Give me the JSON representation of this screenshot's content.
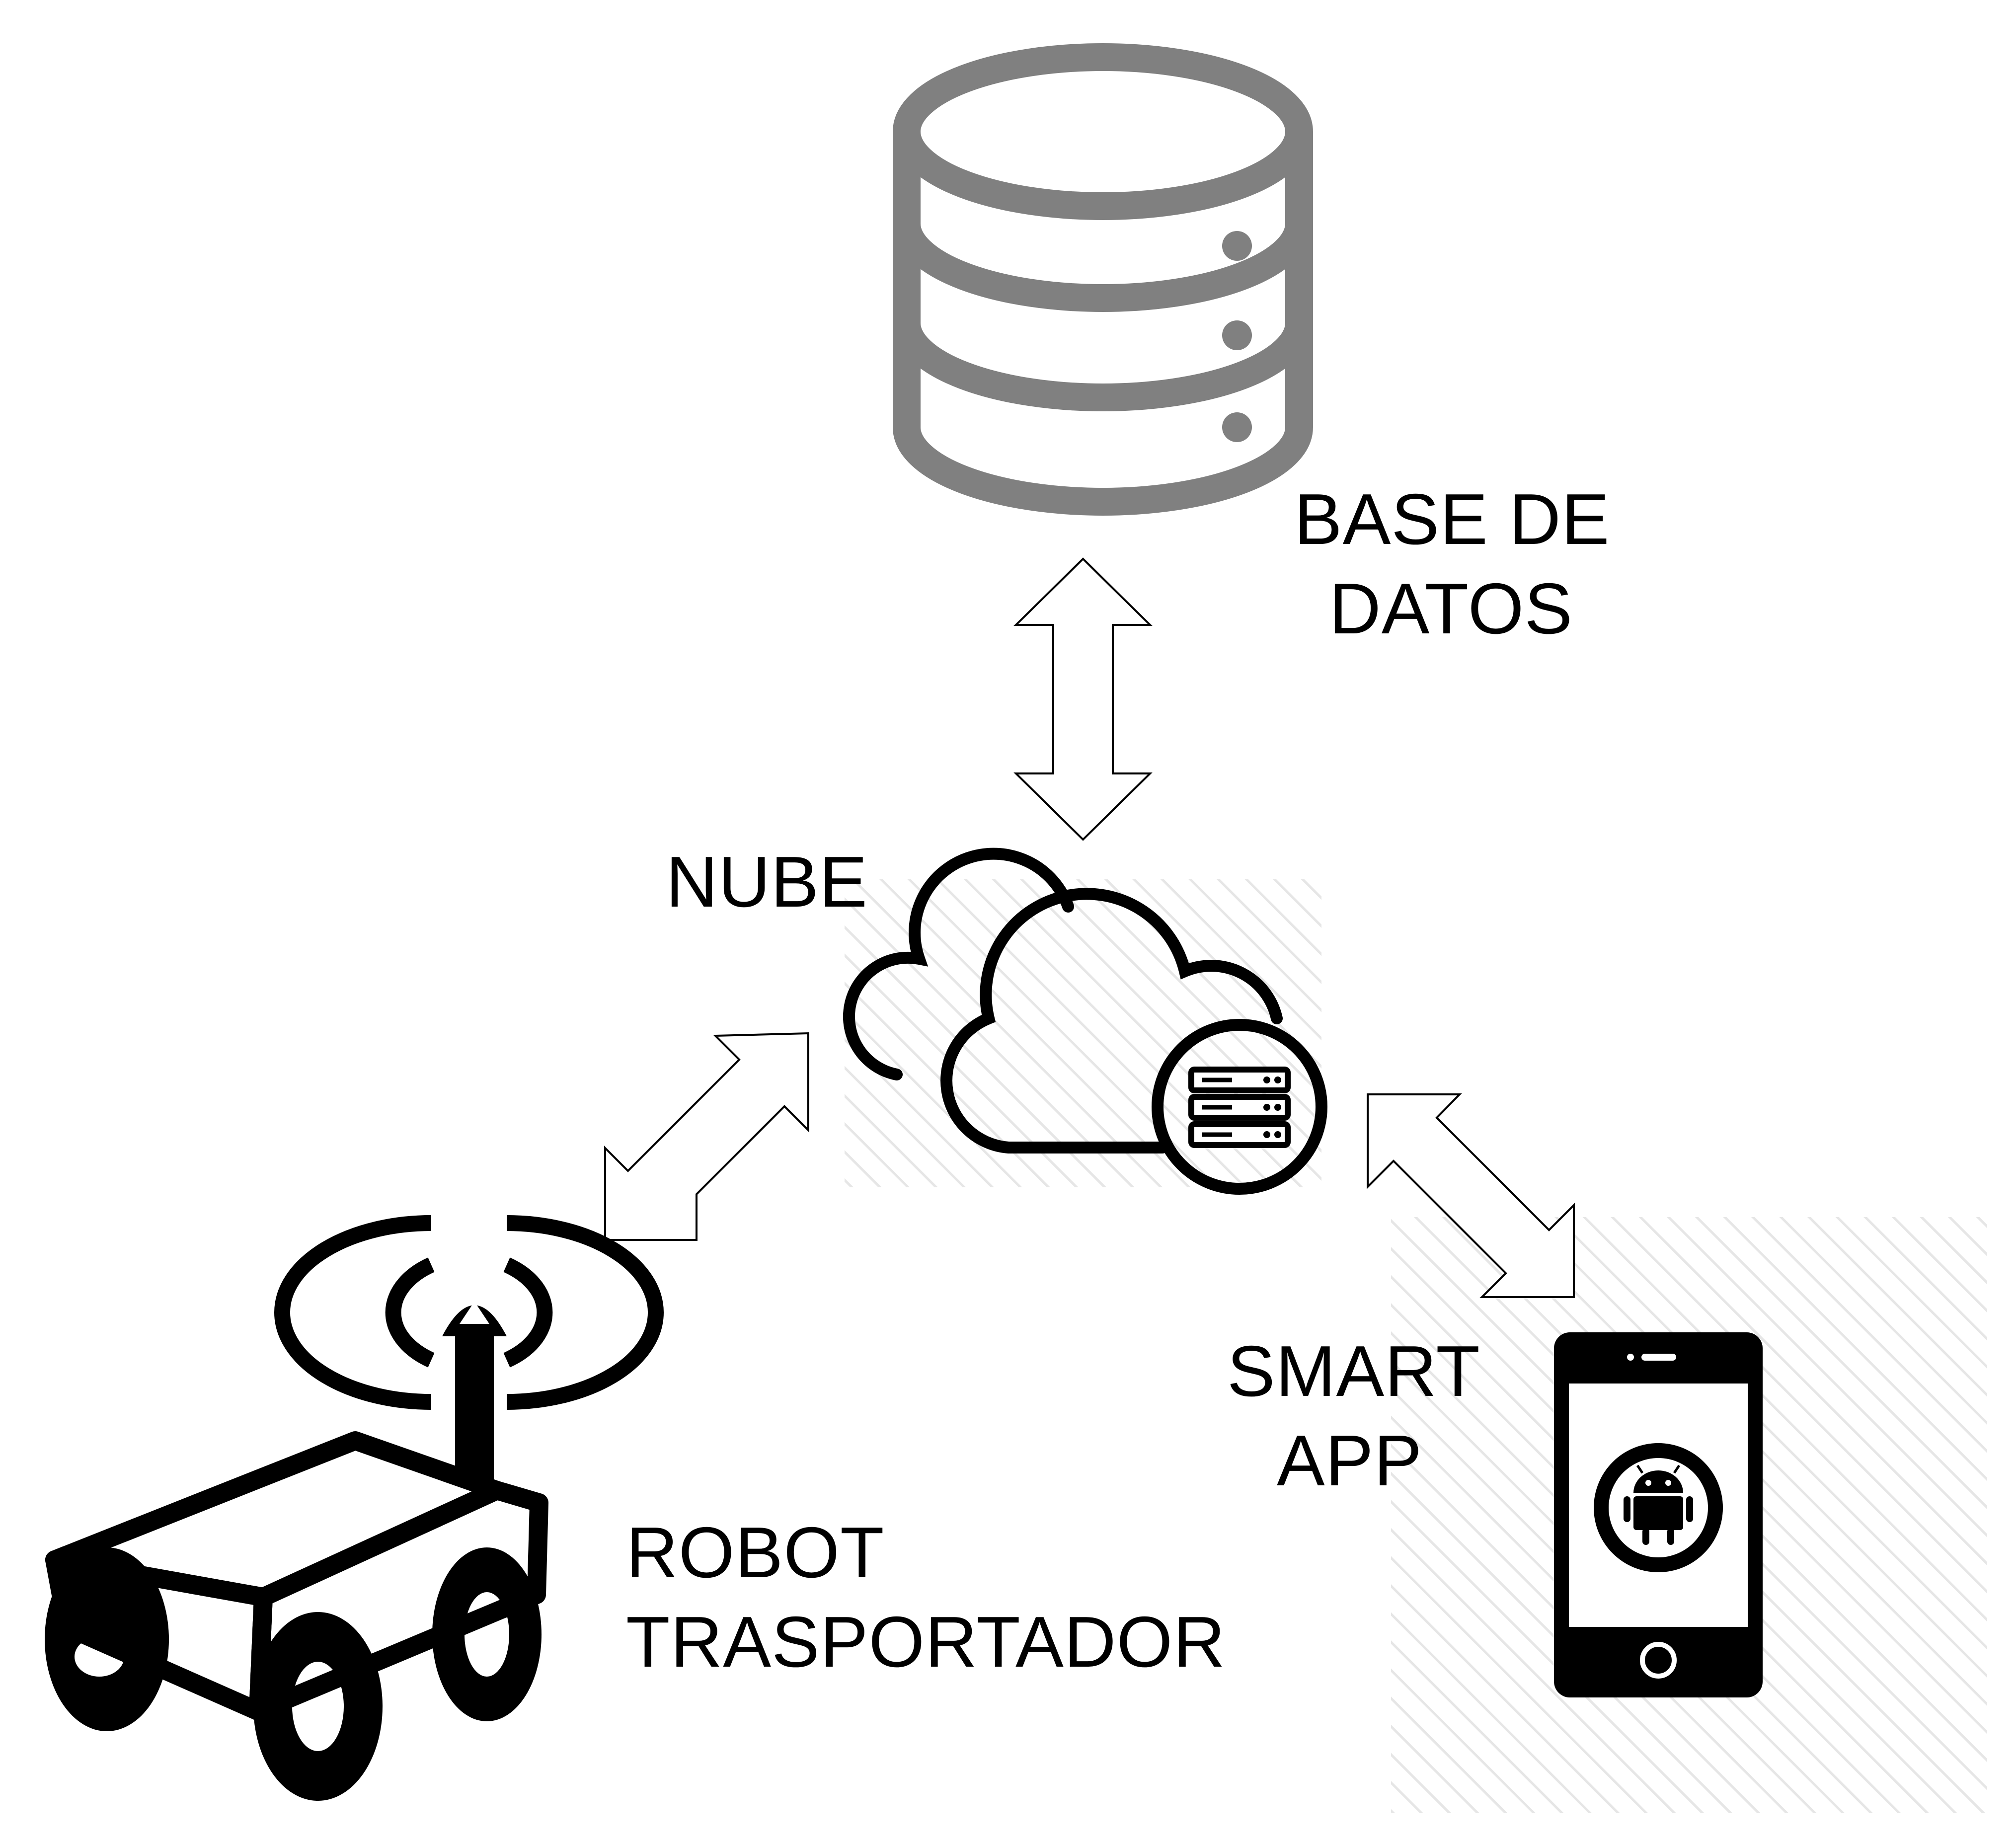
{
  "labels": {
    "database": [
      "BASE DE",
      "DATOS"
    ],
    "cloud": "NUBE",
    "app": [
      "SMART",
      "APP"
    ],
    "robot": [
      "ROBOT",
      "TRASPORTADOR"
    ]
  },
  "icons": {
    "database": "database-icon",
    "cloud": "cloud-server-icon",
    "phone": "android-smartphone-icon",
    "robot": "robot-cart-antenna-icon",
    "arrows": "bidirectional-arrow-icon"
  },
  "colors": {
    "database": "#808080",
    "ink": "#000000",
    "hatch": "#e6e6e6"
  }
}
